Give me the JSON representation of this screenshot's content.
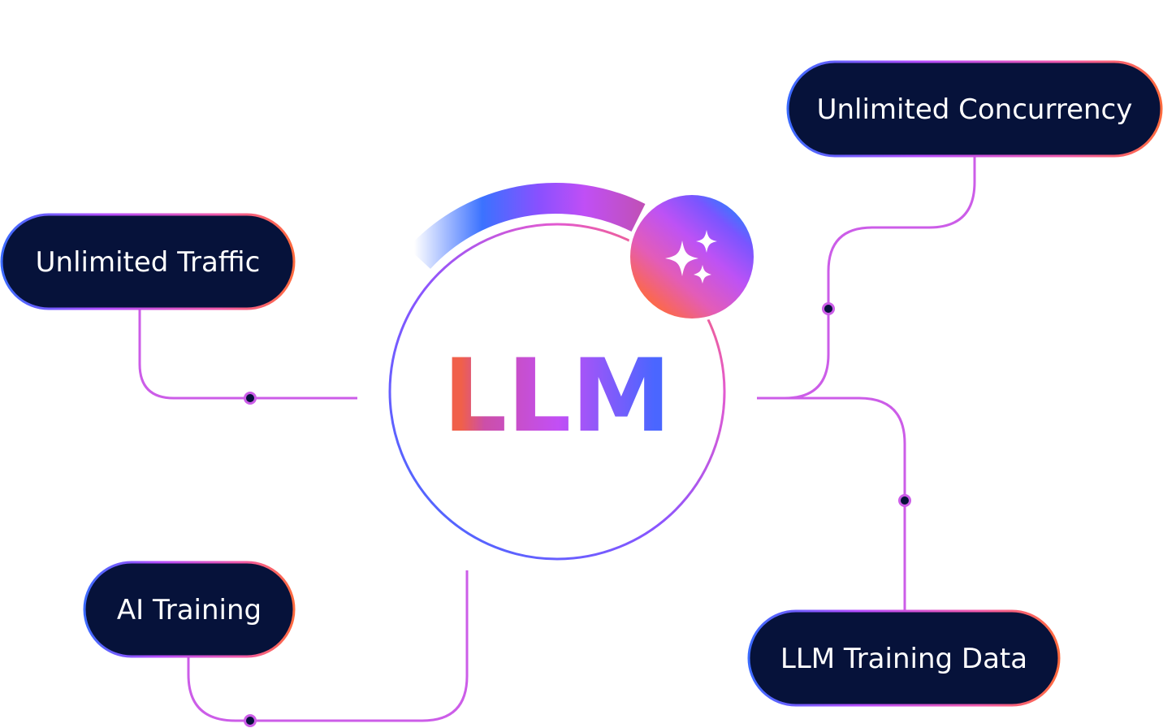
{
  "center": {
    "label": "LLM",
    "badge_icon": "sparkles-icon"
  },
  "nodes": [
    {
      "id": "unlimited-traffic",
      "label": "Unlimited Traffic"
    },
    {
      "id": "unlimited-concurrency",
      "label": "Unlimited Concurrency"
    },
    {
      "id": "ai-training",
      "label": "AI Training"
    },
    {
      "id": "llm-training-data",
      "label": "LLM Training Data"
    }
  ],
  "colors": {
    "pill_fill": "#06123a",
    "connector": "#cc5de8",
    "dot_fill": "#06123a",
    "gradient_blue": "#3b6bff",
    "gradient_purple": "#b44dff",
    "gradient_pink": "#f25aa8",
    "gradient_orange": "#ff6a3d"
  }
}
